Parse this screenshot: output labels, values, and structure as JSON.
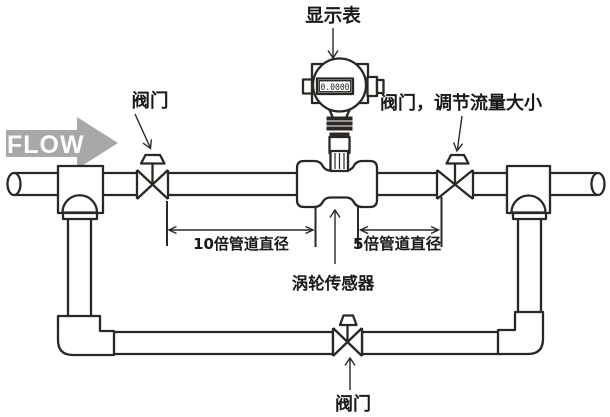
{
  "diagram": {
    "display_label": "显示表",
    "display_value": "0.0000",
    "flow_label": "FLOW",
    "valve_left_label": "阀门",
    "valve_right_label": "阀门，调节流量大小",
    "valve_bottom_label": "阀门",
    "dim_upstream_label": "10倍管道直径",
    "dim_downstream_label": "5倍管道直径",
    "sensor_label": "涡轮传感器",
    "colors": {
      "line": "#2b2824",
      "flow_arrow_fill": "#a8a8a8",
      "flow_text": "#ffffff",
      "background": "#ffffff"
    }
  }
}
